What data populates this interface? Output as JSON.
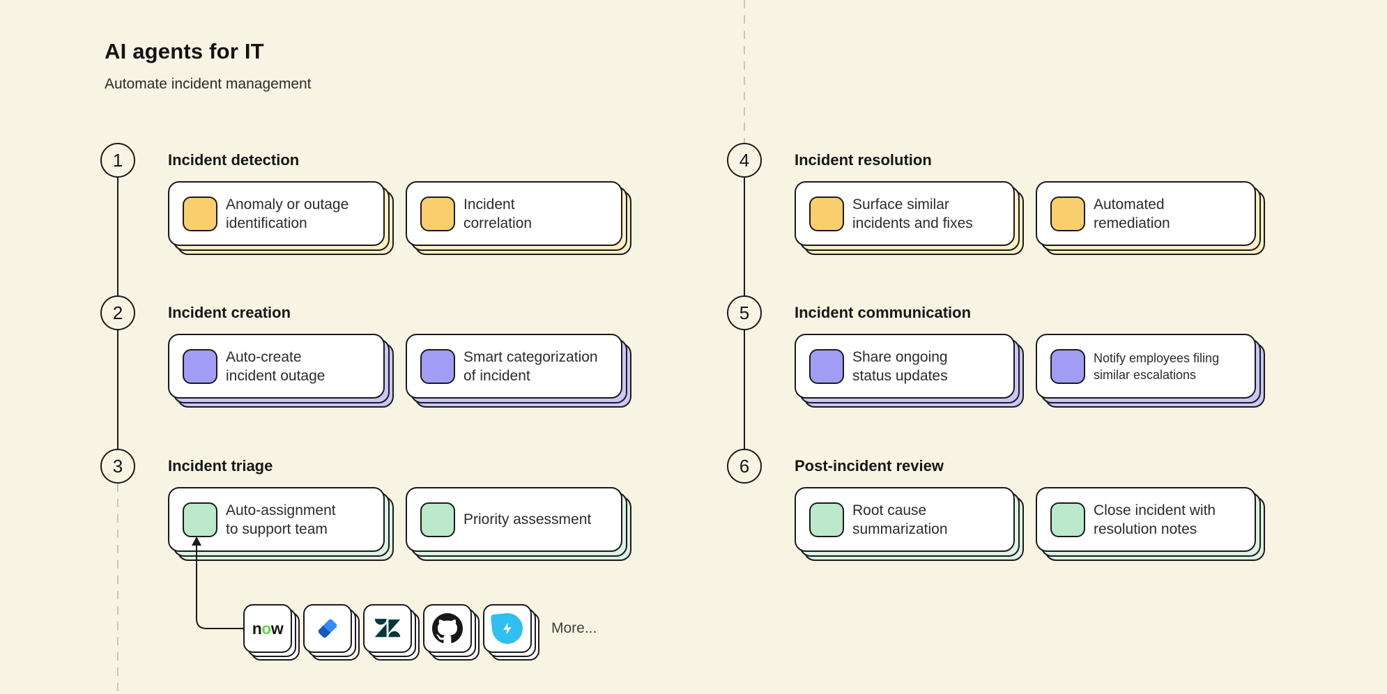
{
  "header": {
    "title": "AI agents for IT",
    "subtitle": "Automate incident management"
  },
  "steps": [
    {
      "number": "1",
      "title": "Incident detection",
      "tint": "yellow",
      "cards": [
        {
          "label": "Anomaly or outage\nidentification"
        },
        {
          "label": "Incident\ncorrelation"
        }
      ]
    },
    {
      "number": "2",
      "title": "Incident creation",
      "tint": "purple",
      "cards": [
        {
          "label": "Auto-create\nincident outage"
        },
        {
          "label": "Smart categorization\nof incident"
        }
      ]
    },
    {
      "number": "3",
      "title": "Incident triage",
      "tint": "green",
      "cards": [
        {
          "label": "Auto-assignment\nto support team"
        },
        {
          "label": "Priority assessment"
        }
      ]
    },
    {
      "number": "4",
      "title": "Incident resolution",
      "tint": "yellow",
      "cards": [
        {
          "label": "Surface similar\nincidents and fixes"
        },
        {
          "label": "Automated\nremediation"
        }
      ]
    },
    {
      "number": "5",
      "title": "Incident communication",
      "tint": "purple",
      "cards": [
        {
          "label": "Share ongoing\nstatus updates"
        },
        {
          "label": "Notify employees filing\nsimilar escalations"
        }
      ]
    },
    {
      "number": "6",
      "title": "Post-incident review",
      "tint": "green",
      "cards": [
        {
          "label": "Root cause\nsummarization"
        },
        {
          "label": "Close incident with\nresolution notes"
        }
      ]
    }
  ],
  "integrations": {
    "items": [
      {
        "name": "servicenow",
        "label": "now",
        "green_letter_index": 1
      },
      {
        "name": "jira"
      },
      {
        "name": "zendesk"
      },
      {
        "name": "github"
      },
      {
        "name": "freshservice"
      }
    ],
    "more_label": "More..."
  },
  "colors": {
    "background": "#f7f4e4",
    "outline": "#1a1a1a",
    "dashed_line": "#c9c6b8",
    "tints": {
      "yellow": {
        "icon": "#f9cf6e",
        "layer": "#fcf0c4"
      },
      "purple": {
        "icon": "#a29df4",
        "layer": "#cac7f8"
      },
      "green": {
        "icon": "#bce8cc",
        "layer": "#dcf2e5"
      }
    },
    "brands": {
      "servicenow_green": "#62d84e",
      "jira_blue_dark": "#1558bc",
      "jira_blue_light": "#338cf5",
      "zendesk_teal": "#03363d",
      "github_black": "#191717",
      "freshservice_cyan": "#31bef0"
    }
  }
}
